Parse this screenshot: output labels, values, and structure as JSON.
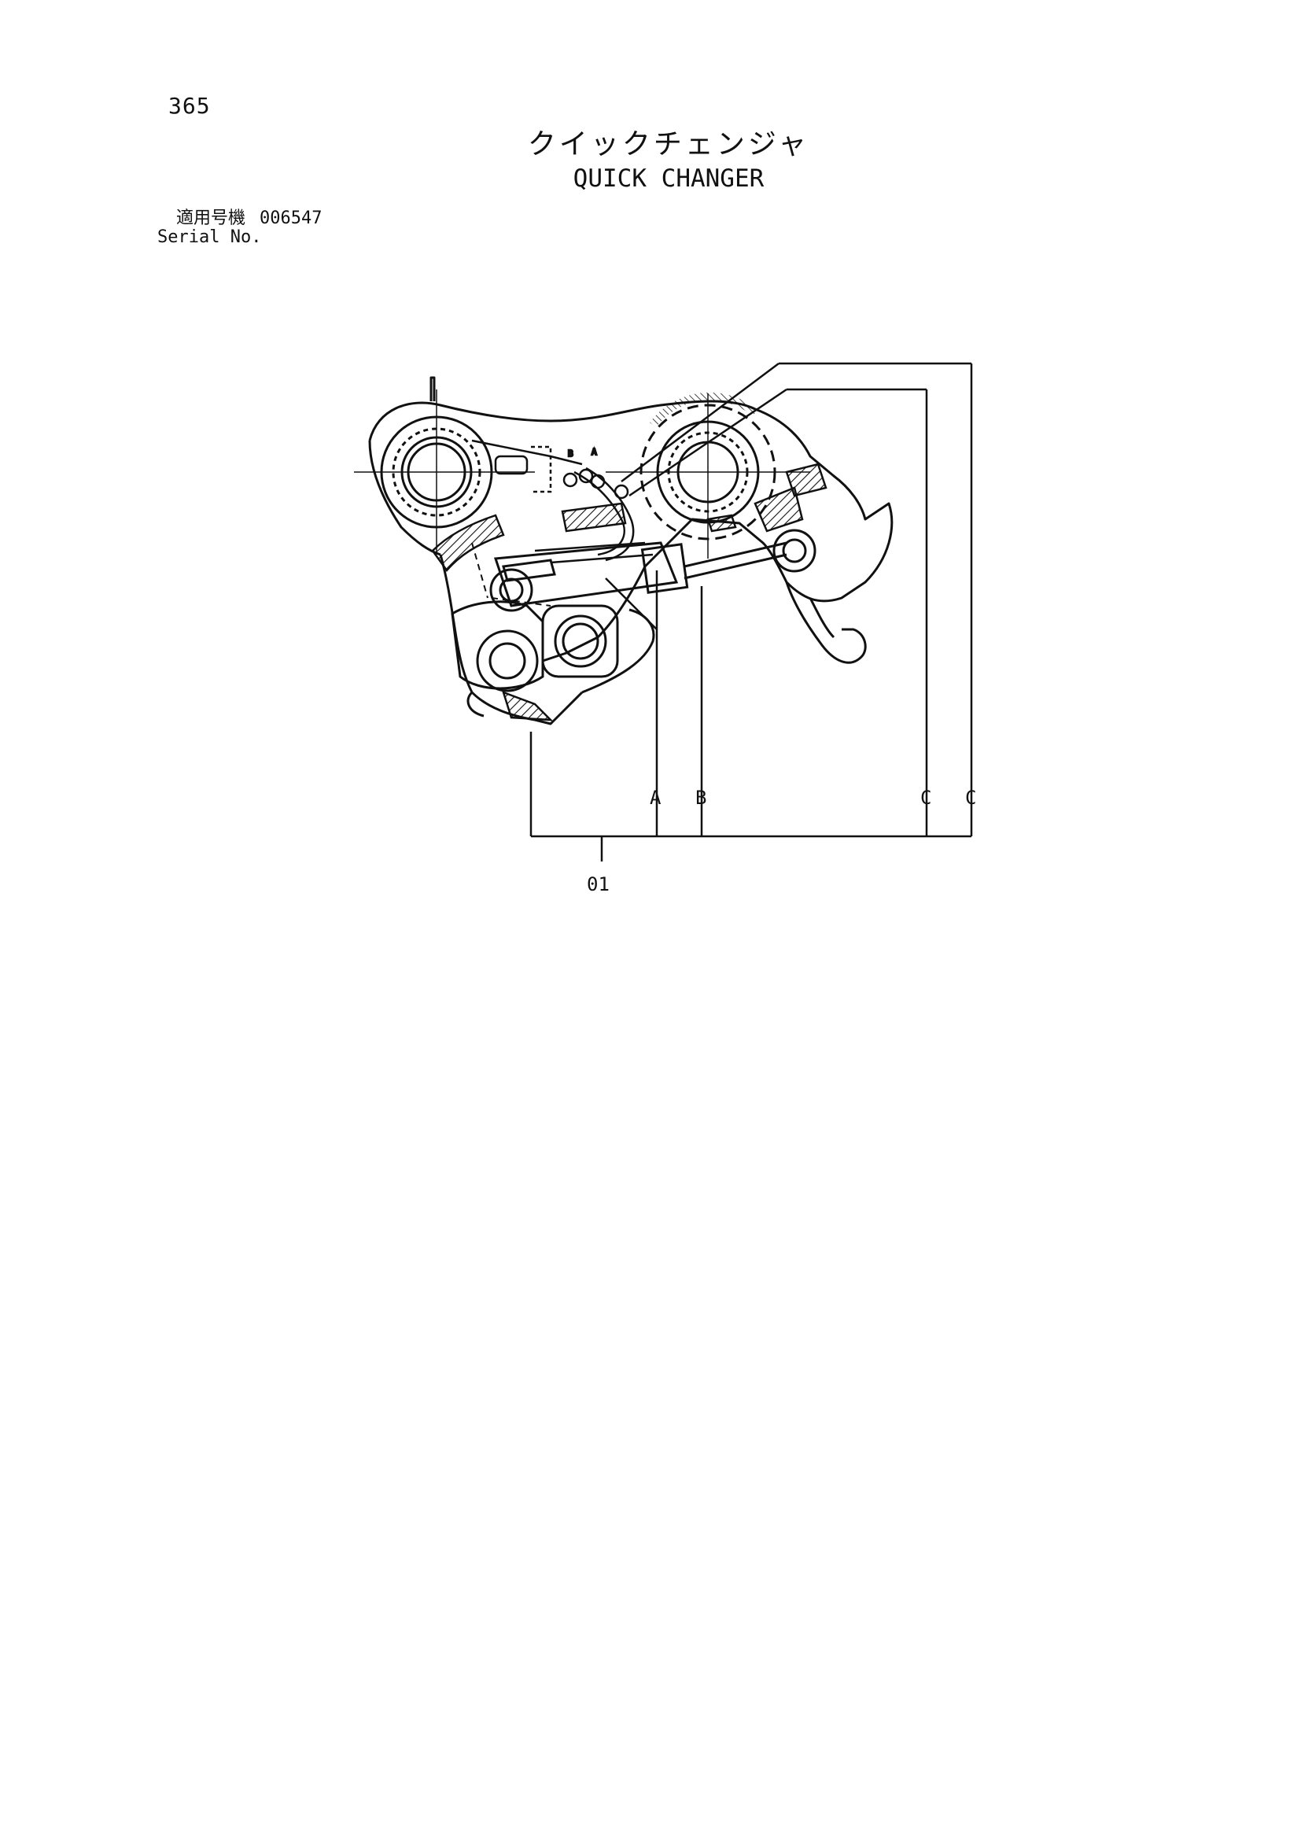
{
  "page": {
    "number": "365"
  },
  "title": {
    "japanese": "クイックチェンジャ",
    "english": "QUICK CHANGER"
  },
  "serial": {
    "label_jp": "適用号機",
    "label_en": "Serial No.",
    "value": "006547"
  },
  "diagram": {
    "callouts": {
      "a": "A",
      "b": "B",
      "c1": "C",
      "c2": "C",
      "part": "01"
    },
    "hose_labels": {
      "b": "B",
      "a": "A"
    }
  }
}
